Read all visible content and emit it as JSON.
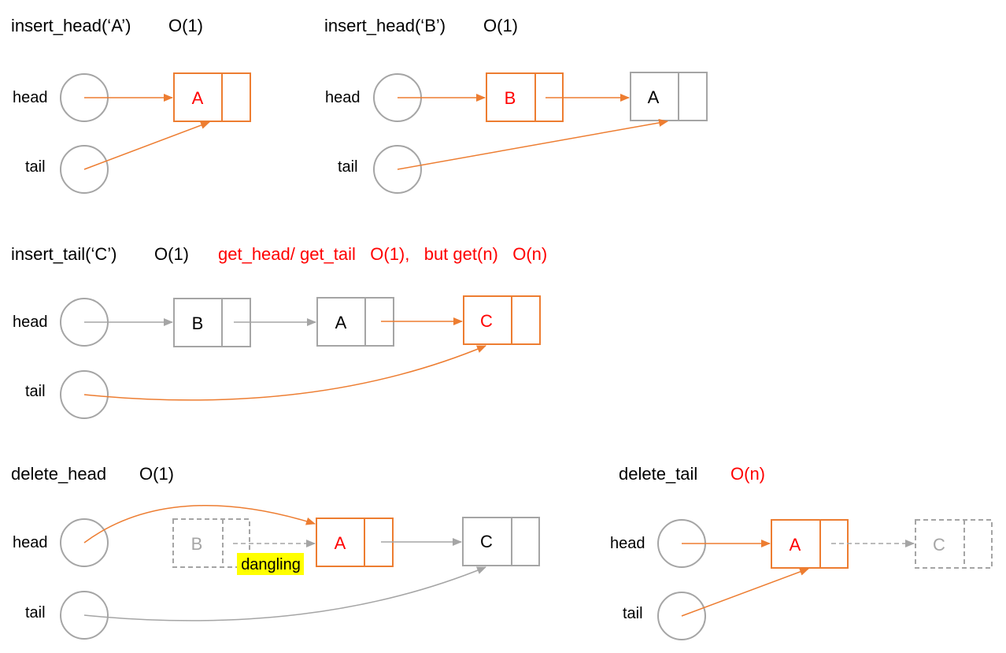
{
  "colors": {
    "orange": "#ED7D31",
    "gray": "#A5A5A5",
    "red": "#FF0000",
    "black": "#000000",
    "highlight": "#FFFF00"
  },
  "pointers": {
    "head": "head",
    "tail": "tail"
  },
  "panels": {
    "insert_head_a": {
      "title": "insert_head(‘A’)",
      "complexity": "O(1)",
      "node1": "A"
    },
    "insert_head_b": {
      "title": "insert_head(‘B’)",
      "complexity": "O(1)",
      "node1": "B",
      "node2": "A"
    },
    "insert_tail_c": {
      "title": "insert_tail(‘C’)",
      "complexity": "O(1)",
      "note": "get_head/ get_tail   O(1),   but get(n)   O(n)",
      "node1": "B",
      "node2": "A",
      "node3": "C"
    },
    "delete_head": {
      "title": "delete_head",
      "complexity": "O(1)",
      "node1": "B",
      "node2": "A",
      "node3": "C",
      "dangling": "dangling"
    },
    "delete_tail": {
      "title": "delete_tail",
      "complexity": "O(n)",
      "node1": "A",
      "node2": "C"
    }
  }
}
